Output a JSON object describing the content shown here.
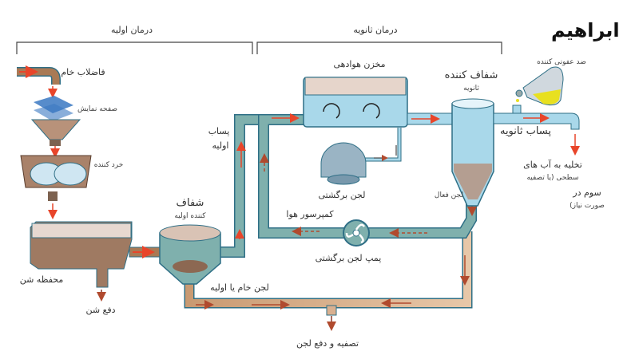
{
  "logo": "ابراهیم",
  "stages": {
    "primary": "درمان اولیه",
    "secondary": "درمان ثانویه"
  },
  "labels": {
    "raw_sewage": "فاضلاب خام",
    "screen": "صفحه نمایش",
    "grinder": "خرد کننده",
    "grit_chamber": "محفظه شن",
    "grit_disposal": "دفع شن",
    "primary_clarifier_1": "شفاف",
    "primary_clarifier_2": "کننده اولیه",
    "primary_effluent_1": "پساب",
    "primary_effluent_2": "اولیه",
    "raw_sludge": "لجن خام یا اولیه",
    "aeration_tank": "مخزن هوادهی",
    "return_sludge": "لجن برگشتی",
    "air_compressor": "کمپرسور هوا",
    "return_pump": "پمپ لجن برگشتی",
    "activated_sludge": "لجن فعال",
    "secondary_clarifier_1": "شفاف کننده",
    "secondary_clarifier_2": "ثانویه",
    "disinfectant": "ضد عفونی کننده",
    "secondary_effluent": "پساب ثانویه",
    "discharge_1": "تخلیه به آب های",
    "discharge_2": "سطحی (یا تصفیه",
    "discharge_3": "سوم در",
    "discharge_4": "صورت نیاز)",
    "sludge_treatment": "تصفیه و دفع لجن"
  },
  "colors": {
    "pipe": "#7fb0ad",
    "pipe_edge": "#2f6f86",
    "sludge": "#c9a27f",
    "flow_arrow": "#e8452a",
    "water": "#a9d8ea"
  }
}
